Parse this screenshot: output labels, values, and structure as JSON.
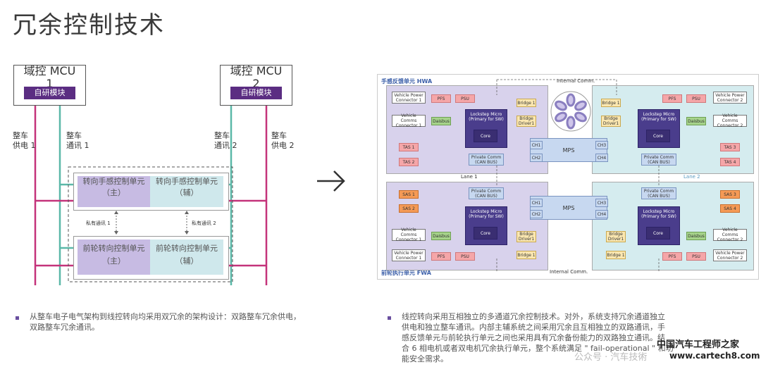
{
  "title": "冗余控制技术",
  "left": {
    "mcu1": {
      "label": "域控 MCU",
      "num": "1",
      "module": "自研模块"
    },
    "mcu2": {
      "label": "域控 MCU",
      "num": "2",
      "module": "自研模块"
    },
    "power1": [
      "整车",
      "供电 1"
    ],
    "comm1": [
      "整车",
      "通讯 1"
    ],
    "comm2": [
      "整车",
      "通讯 2"
    ],
    "power2": [
      "整车",
      "供电 2"
    ],
    "steer_main": [
      "转向手感控制单元",
      "（主）"
    ],
    "steer_aux": [
      "转向手感控制单元",
      "（辅）"
    ],
    "wheel_main": [
      "前轮转向控制单元",
      "（主）"
    ],
    "wheel_aux": [
      "前轮转向控制单元",
      "（辅）"
    ],
    "private1": "私有通讯 1",
    "private2": "私有通讯 2"
  },
  "arrow": "→",
  "right": {
    "hwa_label": "手感反馈单元 HWA",
    "fwa_label": "前轮执行单元 FWA",
    "internal_comm_top": "Internal Comm.",
    "internal_comm_bottom": "Internal Comm.",
    "lane1": "Lane 1",
    "lane2": "Lane 2",
    "mps": "MPS",
    "lockstep": [
      "Lockstep Micro",
      "(Primary for SW)"
    ],
    "core": "Core",
    "private_comm": [
      "Private Comm",
      "(CAN BUS)"
    ],
    "vehicle_power_1": [
      "Vehicle Power",
      "Connector 1"
    ],
    "vehicle_power_2": [
      "Vehicle Power",
      "Connector 2"
    ],
    "vehicle_comms_1": [
      "Vehicle Comms",
      "Connector 1"
    ],
    "vehicle_comms_2": [
      "Vehicle Comms",
      "Connector 2"
    ],
    "pfs": "PFS",
    "psu": "PSU",
    "daisbus": "Daisbus",
    "bridge1": "Bridge 1",
    "bridge_driver": [
      "Bridge",
      "Driver1"
    ],
    "tas1": "TAS 1",
    "tas2": "TAS 2",
    "tas3": "TAS 3",
    "tas4": "TAS 4",
    "sas1": "SAS 1",
    "sas2": "SAS 2",
    "sas3": "SAS 3",
    "sas4": "SAS 4",
    "ch1": "CH1",
    "ch2": "CH2",
    "ch3": "CH3",
    "ch4": "CH4"
  },
  "bullets": {
    "left": [
      "从整车电子电气架构到线控转向均采用双冗余的架构设计：双路整车冗余供电，",
      "双路整车冗余通讯。"
    ],
    "right": [
      "线控转向采用互相独立的多通道冗余控制技术。对外，系统支持冗余通道独立",
      "供电和独立整车通讯。内部主辅系统之间采用冗余且互相独立的双路通讯，手",
      "感反馈单元与前轮执行单元之间也采用具有冗余备份能力的双路独立通讯。结",
      "合 6 相电机或者双电机冗余执行单元，整个系统满足 \" fail-operational \" 和功",
      "能安全需求。"
    ]
  },
  "watermark": {
    "line1": "中国汽车工程师之家",
    "line2": "www.cartech8.com",
    "wechat": "公众号 · 汽车技術"
  },
  "colors": {
    "power": "#c4337a",
    "comm": "#5bb8a8",
    "purple": "#5b2d82",
    "lavender": "#c7bbe3",
    "teal_light": "#cfe8ec"
  }
}
